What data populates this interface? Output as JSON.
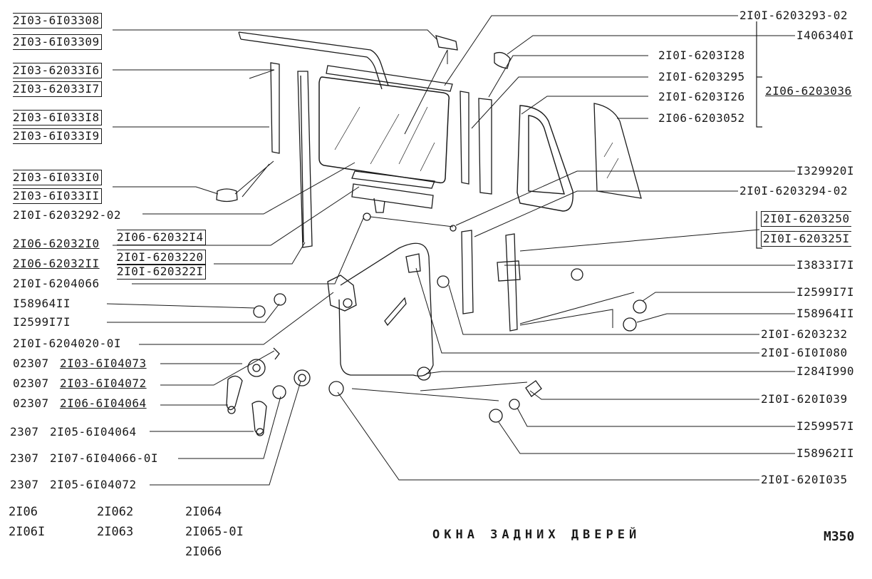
{
  "title": "ОКНА ЗАДНИХ ДВЕРЕЙ",
  "sheet_code": "М350",
  "models": [
    "2I06",
    "2I06I",
    "2I062",
    "2I063",
    "2I064",
    "2I065-0I",
    "2I066"
  ],
  "left_labels": [
    "2I03-6I03308",
    "2I03-6I03309",
    "2I03-62033I6",
    "2I03-62033I7",
    "2I03-6I033I8",
    "2I03-6I033I9",
    "2I03-6I033I0",
    "2I03-6I033II",
    "2I0I-6203292-02",
    "2I06-62032I0",
    "2I06-62032I4",
    "2I06-62032II",
    "2I0I-6203220",
    "2I0I-620322I",
    "2I0I-6204066",
    "I58964II",
    "I2599I7I",
    "2I0I-6204020-0I",
    "02307",
    "2I03-6I04073",
    "02307",
    "2I03-6I04072",
    "02307",
    "2I06-6I04064",
    "2307",
    "2I05-6I04064",
    "2307",
    "2I07-6I04066-0I",
    "2307",
    "2I05-6I04072"
  ],
  "right_labels": [
    "2I0I-6203293-02",
    "I406340I",
    "2I0I-6203I28",
    "2I0I-6203295",
    "2I0I-6203I26",
    "2I06-6203036",
    "2I06-6203052",
    "I329920I",
    "2I0I-6203294-02",
    "2I0I-6203250",
    "2I0I-620325I",
    "I3833I7I",
    "I2599I7I",
    "I58964II",
    "2I0I-6203232",
    "2I0I-6I0I080",
    "I284I990",
    "2I0I-620I039",
    "I259957I",
    "I58962II",
    "2I0I-620I035"
  ]
}
